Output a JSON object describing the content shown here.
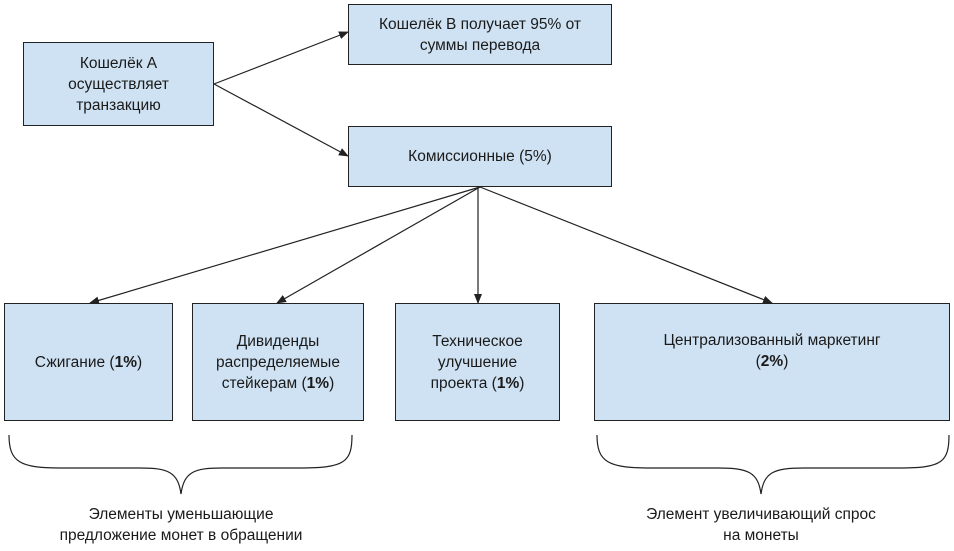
{
  "diagram": {
    "source_node": {
      "lines": [
        "Кошелёк А",
        "осуществляет",
        "транзакцию"
      ]
    },
    "receiver_node": {
      "lines": [
        "Кошелёк В получает 95% от",
        "суммы перевода"
      ]
    },
    "fee_node": {
      "label": "Комиссионные (5%)"
    },
    "fee_items": [
      {
        "lines": [
          "Сжигание ("
        ],
        "bold": "1%",
        "suffix": ")"
      },
      {
        "lines": [
          "Дивиденды",
          "распределяемые",
          "стейкерам ("
        ],
        "bold": "1%",
        "suffix": ")"
      },
      {
        "lines": [
          "Техническое",
          "улучшение",
          "проекта ("
        ],
        "bold": "1%",
        "suffix": ")"
      },
      {
        "lines": [
          "Централизованный маркетинг",
          "("
        ],
        "bold": "2%",
        "suffix": ")"
      }
    ],
    "groups": [
      {
        "lines": [
          "Элементы уменьшающие",
          "предложение монет в обращении"
        ]
      },
      {
        "lines": [
          "Элемент увеличивающий спрос",
          "на монеты"
        ]
      }
    ],
    "colors": {
      "box_fill": "#cfe2f3",
      "stroke": "#222222"
    }
  }
}
